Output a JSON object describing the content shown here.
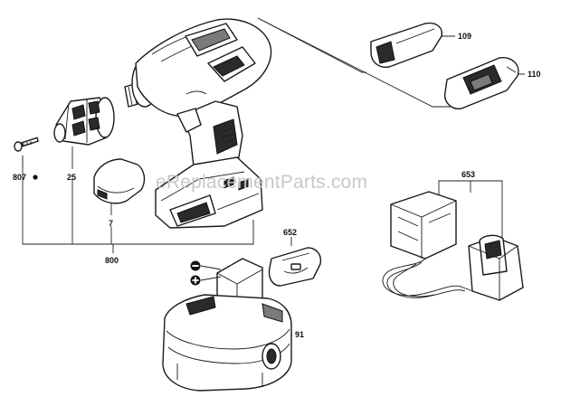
{
  "watermark": "eReplacementParts.com",
  "parts": {
    "p807": "807",
    "p25": "25",
    "p7": "7",
    "p800": "800",
    "p652": "652",
    "p91": "91",
    "p109": "109",
    "p110": "110",
    "p653": "653"
  },
  "icons": {
    "minus_terminal": "minus-sign-icon",
    "plus_terminal": "plus-sign-icon",
    "marker_807": "filled-dot-icon"
  }
}
